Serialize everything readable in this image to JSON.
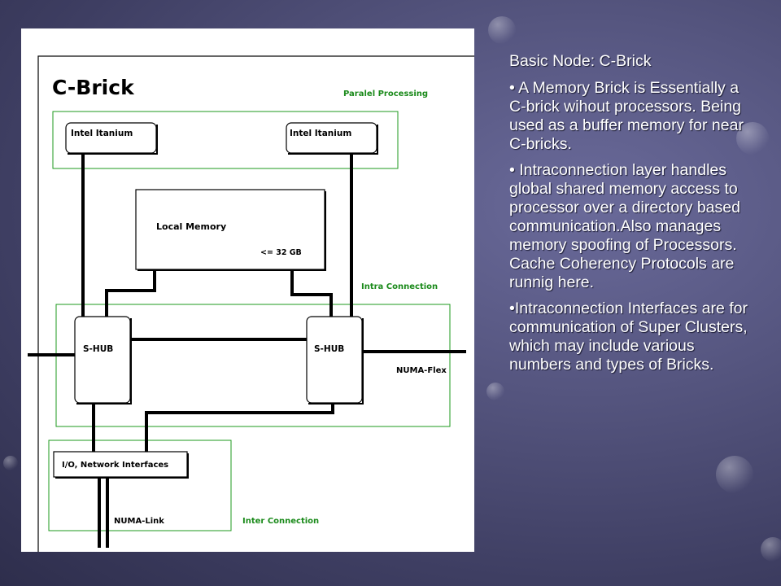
{
  "slide": {
    "heading": "Basic Node: C-Brick",
    "bullets": [
      "• A Memory Brick is Essentially a C-brick wihout processors. Being used as a buffer memory for near C-bricks.",
      "• Intraconnection layer handles global shared memory access to processor over a directory based communication.Also manages memory spoofing of Processors. Cache Coherency Protocols are runnig here.",
      "•Intraconnection Interfaces are for communication of Super Clusters, which may include various numbers and types of Bricks."
    ]
  },
  "diagram": {
    "title": "C-Brick",
    "group_labels": {
      "parallel_processing": "Paralel Processing",
      "intra_connection": "Intra Connection",
      "numa_flex": "NUMA-Flex",
      "inter_connection": "Inter Connection",
      "numa_link": "NUMA-Link"
    },
    "processors": [
      "Intel Itanium",
      "Intel Itanium"
    ],
    "memory": {
      "label": "Local Memory",
      "size": "<= 32 GB"
    },
    "hubs": [
      "S-HUB",
      "S-HUB"
    ],
    "io": "I/O, Network Interfaces",
    "colors": {
      "group_border": "#1e9a1e",
      "group_label": "#1a8a1a",
      "wire": "#000000"
    }
  }
}
